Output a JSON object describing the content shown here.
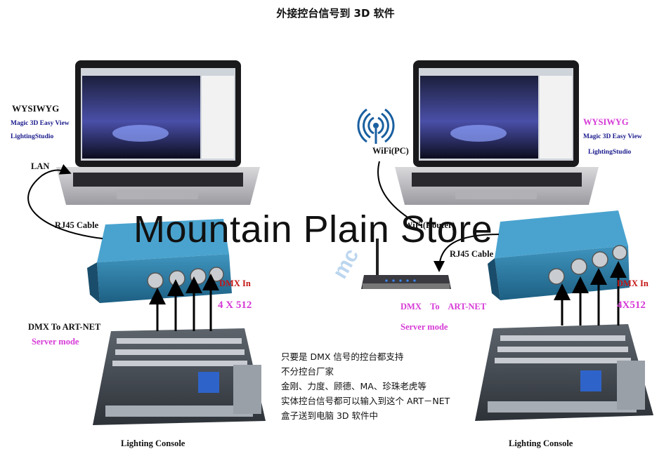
{
  "title": "外接控台信号到 3D 软件",
  "left": {
    "software": [
      "WYSIWYG",
      "Magic 3D Easy View",
      "LightingStudio"
    ],
    "lan_label": "LAN",
    "cable_label": "RJ45 Cable",
    "dmx_in_label": "DMX In",
    "dmx_count": "4 X 512",
    "node_label": "DMX To ART-NET",
    "mode_label": "Server mode",
    "console_label": "Lighting Console"
  },
  "right": {
    "wifi_pc_label": "WiFi(PC)",
    "software": [
      "WYSIWYG",
      "Magic 3D Easy View",
      "LightingStudio"
    ],
    "wifi_router_label": "WiFi(Router)",
    "cable_label": "RJ45 Cable",
    "node_label": "DMX    To    ART-NET",
    "mode_label": "Server mode",
    "dmx_in_label": "DMX In",
    "dmx_count": "4X512",
    "console_label": "Lighting Console"
  },
  "note": [
    "只要是 DMX 信号的控台都支持",
    "不分控台厂家",
    "金刚、力度、顾德、MA、珍珠老虎等",
    "实体控台信号都可以输入到这个 ART－NET",
    "盒子送到电脑 3D 软件中"
  ],
  "watermark": "Mountain Plain Store",
  "faint_mark": "mc",
  "colors": {
    "navy": "#1a1a8c",
    "magenta": "#d63ad6",
    "red": "#c41414",
    "node_blue": "#2f7fa8"
  }
}
